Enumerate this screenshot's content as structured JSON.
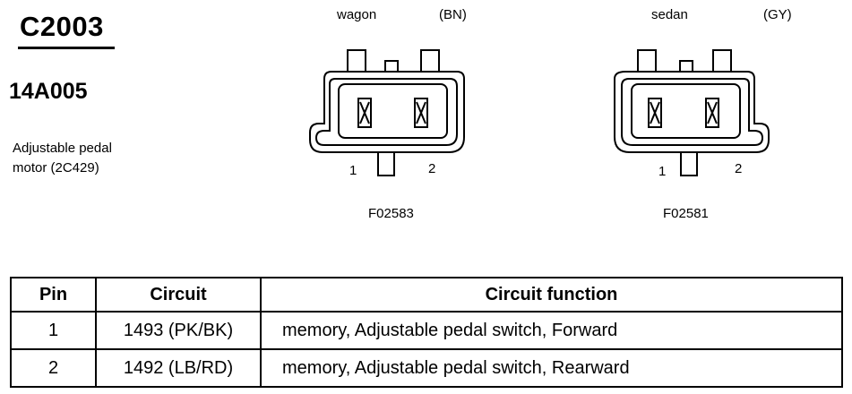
{
  "connector_id": "C2003",
  "part_number": "14A005",
  "description": [
    "Adjustable pedal",
    "motor (2C429)"
  ],
  "views": [
    {
      "variant": "wagon",
      "color_code": "(BN)",
      "figure_code": "F02583",
      "pin_labels": [
        "1",
        "2"
      ]
    },
    {
      "variant": "sedan",
      "color_code": "(GY)",
      "figure_code": "F02581",
      "pin_labels": [
        "1",
        "2"
      ]
    }
  ],
  "table": {
    "headers": [
      "Pin",
      "Circuit",
      "Circuit function"
    ],
    "rows": [
      {
        "pin": "1",
        "circuit": "1493 (PK/BK)",
        "function": "memory, Adjustable pedal switch, Forward"
      },
      {
        "pin": "2",
        "circuit": "1492 (LB/RD)",
        "function": "memory, Adjustable pedal switch, Rearward"
      }
    ]
  }
}
